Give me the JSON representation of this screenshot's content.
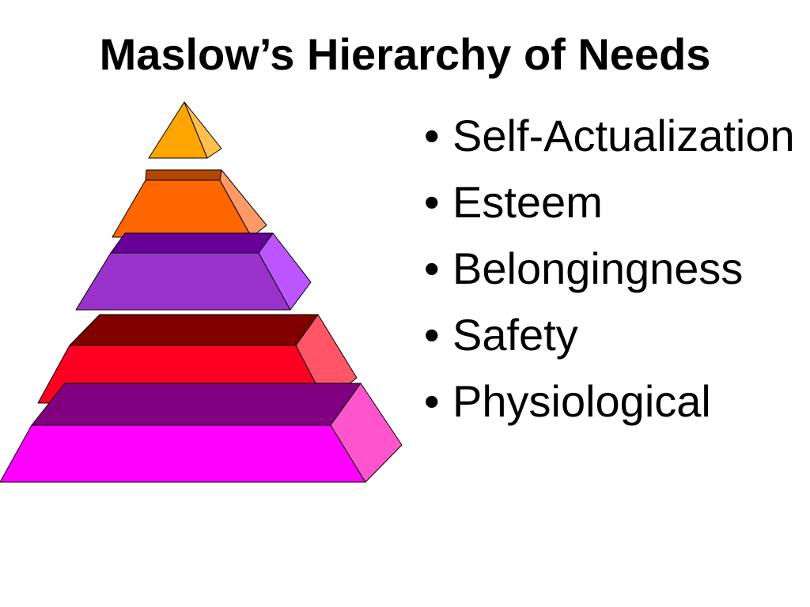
{
  "title": "Maslow’s Hierarchy of Needs",
  "bullet_symbol": "•",
  "needs": [
    {
      "label": "Self-Actualization",
      "front": "#FFA500",
      "top": "#CC8400",
      "side": "#FFC04D"
    },
    {
      "label": "Esteem",
      "front": "#FF6600",
      "top": "#B34700",
      "side": "#FF9966"
    },
    {
      "label": "Belongingness",
      "front": "#9933CC",
      "top": "#660099",
      "side": "#BB55FF"
    },
    {
      "label": "Safety",
      "front": "#FF0022",
      "top": "#800000",
      "side": "#FF5566"
    },
    {
      "label": "Physiological",
      "front": "#FF00FF",
      "top": "#800080",
      "side": "#FF55CC"
    }
  ],
  "bullets": [
    "Self-​Actualization",
    "Esteem",
    "Belongingness",
    "Safety",
    "Physiological"
  ]
}
